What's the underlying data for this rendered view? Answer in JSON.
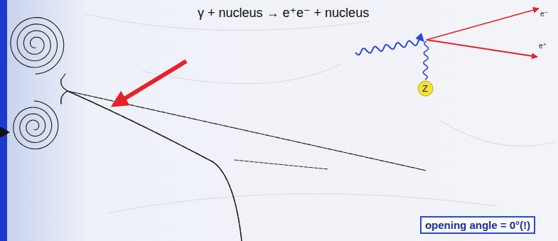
{
  "diagram": {
    "title": "γ + nucleus → e⁺e⁻ + nucleus",
    "nodes": [
      {
        "text": [
          "Z"
        ]
      },
      {
        "text": [
          "opening angle = 0°(!)"
        ]
      }
    ],
    "labels": [
      "e⁻",
      "e⁺"
    ]
  }
}
